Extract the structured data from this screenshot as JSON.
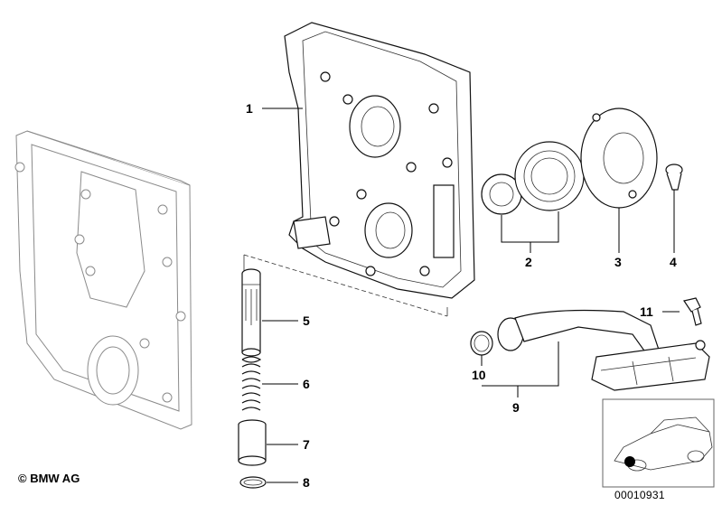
{
  "copyright": "© BMW AG",
  "figure_number": "00010931",
  "callouts": [
    {
      "id": "1",
      "text": "1"
    },
    {
      "id": "2",
      "text": "2"
    },
    {
      "id": "3",
      "text": "3"
    },
    {
      "id": "4",
      "text": "4"
    },
    {
      "id": "5",
      "text": "5"
    },
    {
      "id": "6",
      "text": "6"
    },
    {
      "id": "7",
      "text": "7"
    },
    {
      "id": "8",
      "text": "8"
    },
    {
      "id": "9",
      "text": "9"
    },
    {
      "id": "10",
      "text": "10"
    },
    {
      "id": "11",
      "text": "11"
    }
  ]
}
